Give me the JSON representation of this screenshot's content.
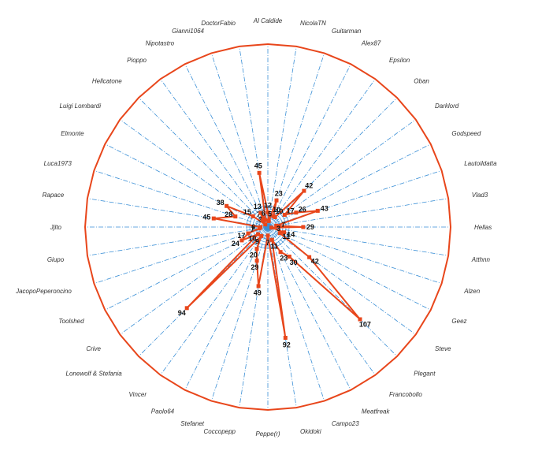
{
  "chart_data": {
    "type": "radar",
    "categories": [
      "Al Caldide",
      "NicolaTN",
      "Guitarman",
      "Alex87",
      "Epsilon",
      "Oban",
      "Darklord",
      "Godspeed",
      "Lautoildatta",
      "Vlad3",
      "Hellas",
      "Atthnn",
      "Alzen",
      "Geez",
      "Steve",
      "Plegant",
      "Francobollo",
      "Meatfreak",
      "Campo23",
      "Okidoki",
      "Peppe(r)",
      "Coccopepp",
      "Stefanet",
      "Paolo64",
      "Vincer",
      "Lonewolf & Stefania",
      "Crive",
      "Toolshed",
      "JacopoPeperoncino",
      "Giupo",
      "Jjlto",
      "Rapace",
      "Luca1973",
      "Elmonte",
      "Luigi Lombardi",
      "Hellcatone",
      "Pioppo",
      "Nipotastro",
      "Gianni1064",
      "DoctorFabio"
    ],
    "values": [
      12,
      5,
      23,
      10,
      10,
      42,
      17,
      26,
      43,
      7,
      29,
      3,
      14,
      11,
      42,
      107,
      30,
      23,
      11,
      92,
      7,
      49,
      29,
      20,
      9,
      94,
      10,
      24,
      17,
      7,
      6,
      45,
      28,
      38,
      15,
      3,
      7,
      13,
      6,
      45
    ],
    "rmax": 150,
    "series_color": "#e8461b",
    "spoke_color": "#3a8fd6",
    "grid": true,
    "legend": "none"
  }
}
